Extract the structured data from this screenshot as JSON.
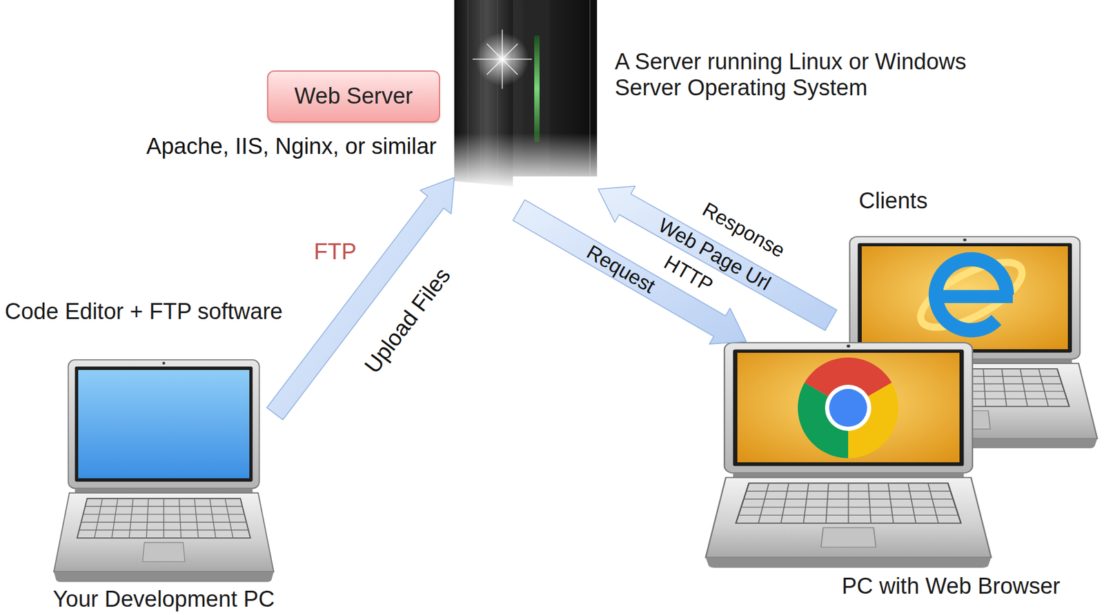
{
  "diagram": {
    "nodes": [
      {
        "text": [
          "Web Server"
        ]
      },
      {
        "text": [
          "A Server running Linux or Windows Server Operating System"
        ]
      },
      {
        "text": [
          "Code Editor + FTP software",
          "Your Development PC"
        ]
      },
      {
        "text": [
          "Clients"
        ]
      },
      {
        "text": [
          "PC with Web Browser"
        ]
      }
    ],
    "edges": [
      {
        "from": 2,
        "to": 1,
        "arrow": "to",
        "label": "Upload Files"
      },
      {
        "from": 3,
        "to": 1,
        "arrow": "to",
        "label": "Web Page Url"
      },
      {
        "from": 1,
        "to": 4,
        "arrow": "to",
        "label": "Request"
      }
    ],
    "labels": [
      "Apache, IIS, Nginx, or similar",
      "FTP",
      "Response",
      "HTTP"
    ]
  }
}
